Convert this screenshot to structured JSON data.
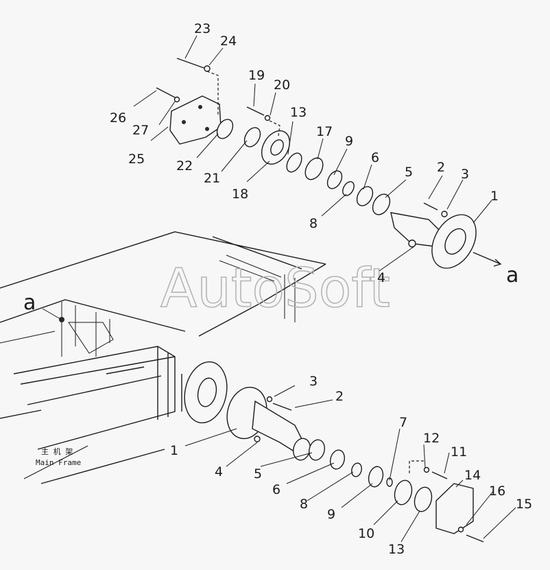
{
  "watermark": "AutoSoft",
  "frame_label_cn": "主 机 架",
  "frame_label_en": "Main Frame",
  "ref_marker": "a",
  "callouts_upper": [
    "23",
    "24",
    "19",
    "20",
    "26",
    "27",
    "25",
    "13",
    "17",
    "9",
    "6",
    "5",
    "2",
    "3",
    "1",
    "22",
    "21",
    "18",
    "8",
    "4"
  ],
  "callouts_lower": [
    "3",
    "2",
    "1",
    "4",
    "5",
    "6",
    "8",
    "9",
    "7",
    "12",
    "11",
    "14",
    "16",
    "15",
    "10",
    "13"
  ]
}
